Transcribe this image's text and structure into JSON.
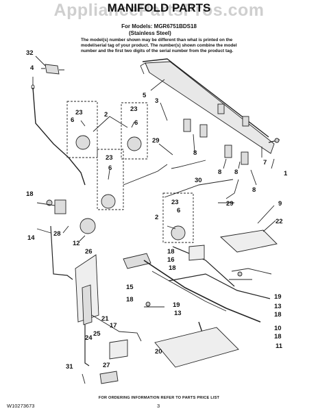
{
  "header": {
    "watermark": "AppliancePartsPros.com",
    "title": "MANIFOLD PARTS",
    "models_line": "For Models: MGR6751BDS18",
    "finish": "(Stainless Steel)",
    "note": "The model(s) number shown may be different than what is printed on the model/serial tag of your product. The number(s) shown combine the model number and the first two digits of the serial number from the product tag."
  },
  "callouts": [
    "32",
    "4",
    "5",
    "3",
    "2",
    "23",
    "6",
    "23",
    "6",
    "23",
    "6",
    "29",
    "8",
    "8",
    "8",
    "1",
    "7",
    "8",
    "30",
    "18",
    "28",
    "12",
    "14",
    "29",
    "23",
    "6",
    "2",
    "9",
    "22",
    "26",
    "15",
    "18",
    "19",
    "16",
    "18",
    "17",
    "21",
    "25",
    "24",
    "31",
    "27",
    "18",
    "19",
    "13",
    "18",
    "10",
    "18",
    "11",
    "20",
    "13"
  ],
  "footer": {
    "ordering": "FOR ORDERING INFORMATION REFER TO PARTS PRICE LIST",
    "doc_number": "W10273673",
    "page": "3"
  },
  "colors": {
    "line": "#222222",
    "watermark": "#cfcfcf",
    "background": "#ffffff"
  }
}
